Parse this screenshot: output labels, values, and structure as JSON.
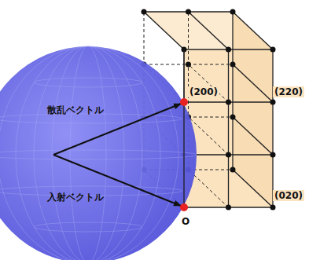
{
  "diagram": {
    "labels": [
      "散乱ベクトル",
      "入射ベクトル",
      "(200)",
      "(220)",
      "(020)",
      "O"
    ]
  }
}
